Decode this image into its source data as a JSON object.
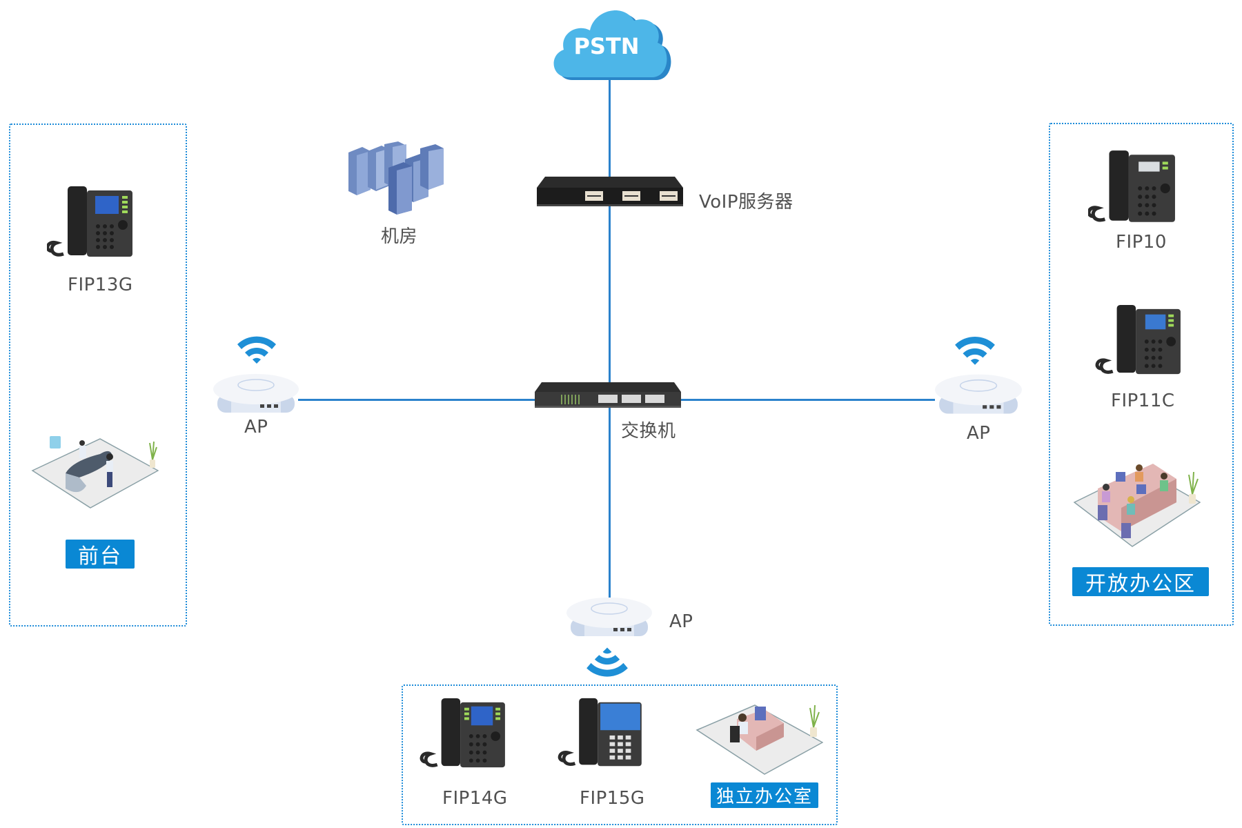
{
  "diagram": {
    "cloud": {
      "label": "PSTN",
      "color": "#4db6e8"
    },
    "voip_server": {
      "label": "VoIP服务器"
    },
    "server_room": {
      "label": "机房"
    },
    "switch": {
      "label": "交换机"
    },
    "access_points": [
      {
        "id": "left",
        "label": "AP"
      },
      {
        "id": "right",
        "label": "AP"
      },
      {
        "id": "bottom",
        "label": "AP"
      }
    ],
    "zones": {
      "front_desk": {
        "badge": "前台",
        "phones": [
          {
            "model": "FIP13G"
          }
        ]
      },
      "open_office": {
        "badge": "开放办公区",
        "phones": [
          {
            "model": "FIP10"
          },
          {
            "model": "FIP11C"
          }
        ]
      },
      "private_office": {
        "badge": "独立办公室",
        "phones": [
          {
            "model": "FIP14G"
          },
          {
            "model": "FIP15G"
          }
        ]
      }
    },
    "colors": {
      "link_line": "#2b82cc",
      "zone_border": "#1a8ad8",
      "badge_bg": "#0a88d4",
      "wifi": "#1e8fd6"
    }
  }
}
